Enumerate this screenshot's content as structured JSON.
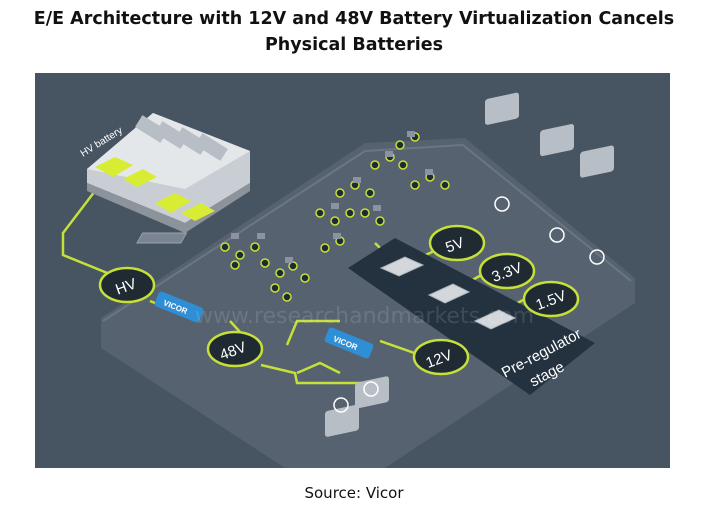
{
  "title_line1": "E/E Architecture with 12V and 48V Battery Virtualization Cancels",
  "title_line2": "Physical Batteries",
  "source": "Source: Vicor",
  "diagram": {
    "hv_battery_label": "HV battery",
    "hv_node": "HV",
    "v48_node": "48V",
    "v12_node": "12V",
    "v5_node": "5V",
    "v33_node": "3.3V",
    "v15_node": "1.5V",
    "converter_brand_1": "VICOR",
    "converter_brand_2": "VICOR",
    "pre_regulator_line1": "Pre-regulator",
    "pre_regulator_line2": "stage",
    "watermark": "www.researchandmarkets.com"
  },
  "colors": {
    "background": "#475462",
    "board": "#56626f",
    "wire": "#c6e03a",
    "node": "#1f2a33",
    "converter": "#2f8fd6",
    "pre_regulator_panel": "#243240"
  }
}
